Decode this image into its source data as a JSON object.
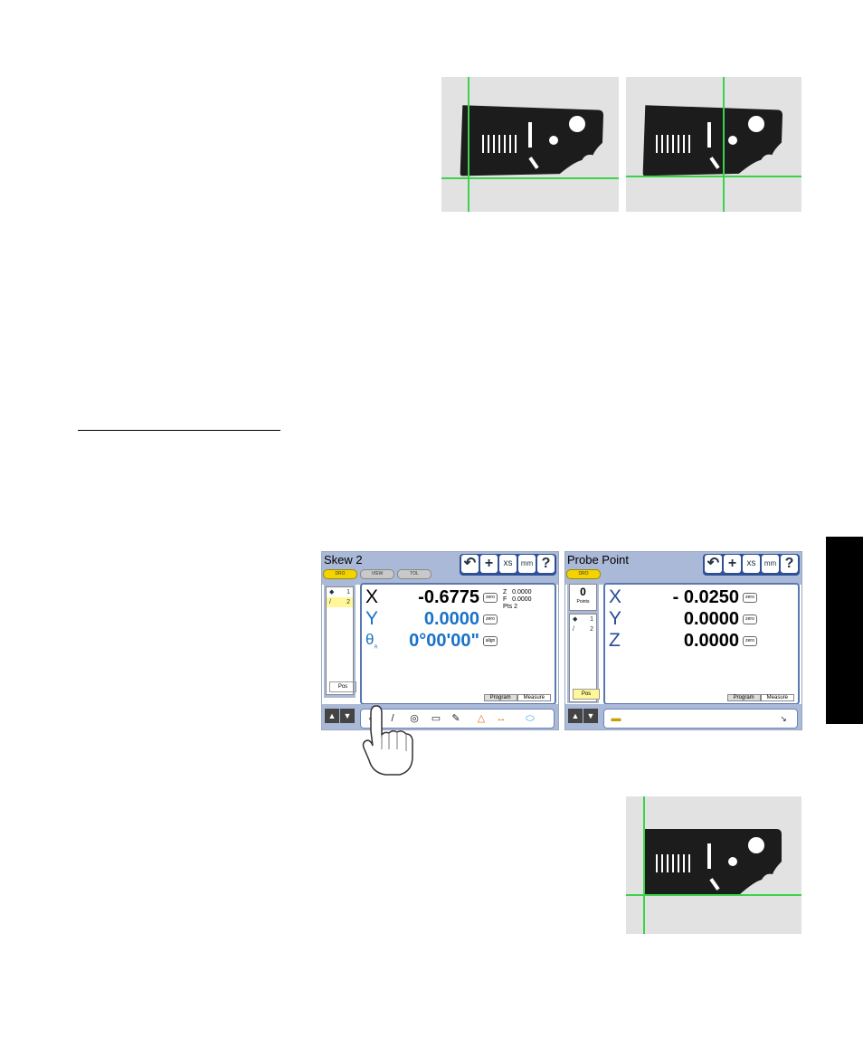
{
  "colors": {
    "crosshair": "#3bd34a",
    "part": "#1c1c1c",
    "scene_bg": "#e2e2e2",
    "side_tab": "#000000",
    "title_bar": "#aab9d7",
    "active_pill": "#f3d400"
  },
  "skew_screen": {
    "title": "Skew 2",
    "pills": [
      "DRO",
      "VIEW",
      "TOL"
    ],
    "toolbar": [
      "undo-icon",
      "crosshair-icon",
      "xs-icon",
      "mm-icon",
      "help-icon"
    ],
    "toolbar_labels": {
      "xs": "xs",
      "mm": "mm",
      "help": "?"
    },
    "feature_list": [
      {
        "num": "1",
        "icon": "point-icon"
      },
      {
        "num": "2",
        "icon": "line-icon"
      }
    ],
    "pos_label": "Pos",
    "dro": [
      {
        "axis": "X",
        "value": "-0.6775",
        "btn": "zero"
      },
      {
        "axis": "Y",
        "value": "0.0000",
        "btn": "zero"
      },
      {
        "axis": "θ",
        "axis_sub": "A",
        "value": "0°00'00\"",
        "btn": "align"
      }
    ],
    "side_info": {
      "z_label": "Z",
      "z_value": "0.0000",
      "f_label": "F",
      "f_value": "0.0000",
      "pts_label": "Pts",
      "pts_value": "2"
    },
    "tabs": [
      "Program",
      "Measure"
    ],
    "tools": [
      "point-tool-icon",
      "line-tool-icon",
      "circle-tool-icon",
      "slot-tool-icon",
      "probe-tool-icon",
      "angle-tool-icon",
      "distance-tool-icon",
      "skew-tool-icon"
    ]
  },
  "probe_screen": {
    "title": "Probe Point",
    "pills": [
      "DRO"
    ],
    "points_count": "0",
    "points_label": "Points",
    "feature_list": [
      {
        "num": "1",
        "icon": "point-icon"
      },
      {
        "num": "2",
        "icon": "line-icon"
      }
    ],
    "pos_label": "Pos",
    "dro": [
      {
        "axis": "X",
        "value": "- 0.0250",
        "btn": "zero"
      },
      {
        "axis": "Y",
        "value": "0.0000",
        "btn": "zero"
      },
      {
        "axis": "Z",
        "value": "0.0000",
        "btn": "zero"
      }
    ],
    "tabs": [
      "Program",
      "Measure"
    ]
  }
}
